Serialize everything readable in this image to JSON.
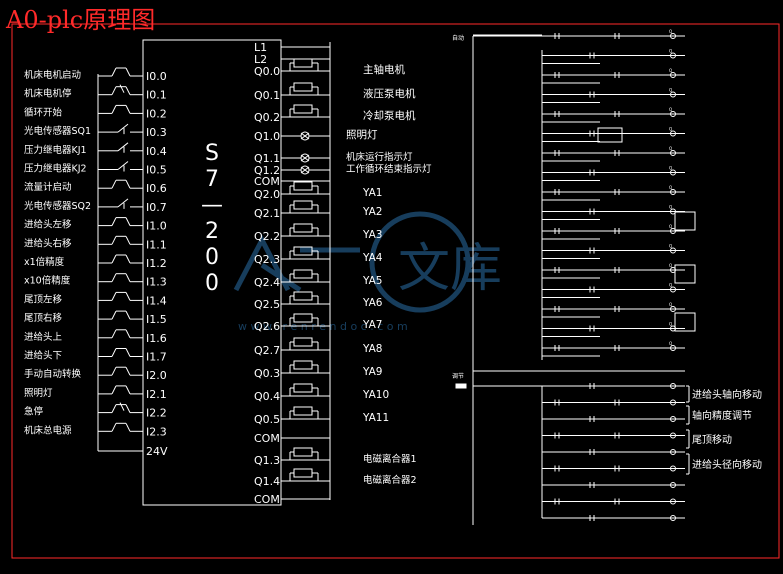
{
  "title": "A0-plc原理图",
  "plc_model": "S7-200",
  "plc_model_chars": [
    "S",
    "7",
    "—",
    "2",
    "0",
    "0"
  ],
  "colors": {
    "background": "#000000",
    "lines": "#ffffff",
    "title": "#ff2a2a",
    "watermark": "#2a6fa8"
  },
  "inputs": [
    {
      "label": "机床电机启动",
      "terminal": "I0.0",
      "contact": "no"
    },
    {
      "label": "机床电机停",
      "terminal": "I0.1",
      "contact": "nc"
    },
    {
      "label": "循环开始",
      "terminal": "I0.2",
      "contact": "no"
    },
    {
      "label": "光电传感器SQ1",
      "terminal": "I0.3",
      "contact": "sensor"
    },
    {
      "label": "压力继电器KJ1",
      "terminal": "I0.4",
      "contact": "sensor"
    },
    {
      "label": "压力继电器KJ2",
      "terminal": "I0.5",
      "contact": "sensor"
    },
    {
      "label": "流量计启动",
      "terminal": "I0.6",
      "contact": "no"
    },
    {
      "label": "光电传感器SQ2",
      "terminal": "I0.7",
      "contact": "sensor"
    },
    {
      "label": "进给头左移",
      "terminal": "I1.0",
      "contact": "no"
    },
    {
      "label": "进给头右移",
      "terminal": "I1.1",
      "contact": "no"
    },
    {
      "label": "x1倍精度",
      "terminal": "I1.2",
      "contact": "no"
    },
    {
      "label": "x10倍精度",
      "terminal": "I1.3",
      "contact": "no"
    },
    {
      "label": "尾顶左移",
      "terminal": "I1.4",
      "contact": "no"
    },
    {
      "label": "尾顶右移",
      "terminal": "I1.5",
      "contact": "no"
    },
    {
      "label": "进给头上",
      "terminal": "I1.6",
      "contact": "no"
    },
    {
      "label": "进给头下",
      "terminal": "I1.7",
      "contact": "no"
    },
    {
      "label": "手动自动转换",
      "terminal": "I2.0",
      "contact": "no"
    },
    {
      "label": "照明灯",
      "terminal": "I2.1",
      "contact": "no"
    },
    {
      "label": "急停",
      "terminal": "I2.2",
      "contact": "nc"
    },
    {
      "label": "机床总电源",
      "terminal": "I2.3",
      "contact": "no"
    }
  ],
  "supply_terminal": "24V",
  "outputs": [
    {
      "terminal": "L1",
      "label": "",
      "load": "none"
    },
    {
      "terminal": "L2",
      "label": "",
      "load": "none"
    },
    {
      "terminal": "Q0.0",
      "label": "主轴电机",
      "load": "coil"
    },
    {
      "terminal": "Q0.1",
      "label": "液压泵电机",
      "load": "coil"
    },
    {
      "terminal": "Q0.2",
      "label": "冷却泵电机",
      "load": "coil"
    },
    {
      "terminal": "Q1.0",
      "label": "照明灯",
      "load": "lamp"
    },
    {
      "terminal": "Q1.1",
      "label": "机床运行指示灯",
      "load": "lamp"
    },
    {
      "terminal": "Q1.2",
      "label": "工作循环结束指示灯",
      "load": "lamp"
    },
    {
      "terminal": "COM",
      "label": "",
      "load": "none"
    },
    {
      "terminal": "Q2.0",
      "label": "YA1",
      "load": "coil"
    },
    {
      "terminal": "Q2.1",
      "label": "YA2",
      "load": "coil"
    },
    {
      "terminal": "Q2.2",
      "label": "YA3",
      "load": "coil"
    },
    {
      "terminal": "Q2.3",
      "label": "YA4",
      "load": "coil"
    },
    {
      "terminal": "Q2.4",
      "label": "YA5",
      "load": "coil"
    },
    {
      "terminal": "Q2.5",
      "label": "YA6",
      "load": "coil"
    },
    {
      "terminal": "Q2.6",
      "label": "YA7",
      "load": "coil"
    },
    {
      "terminal": "Q2.7",
      "label": "YA8",
      "load": "coil"
    },
    {
      "terminal": "Q0.3",
      "label": "YA9",
      "load": "coil"
    },
    {
      "terminal": "Q0.4",
      "label": "YA10",
      "load": "coil"
    },
    {
      "terminal": "Q0.5",
      "label": "YA11",
      "load": "coil"
    },
    {
      "terminal": "COM",
      "label": "",
      "load": "none"
    },
    {
      "terminal": "Q1.3",
      "label": "电磁离合器1",
      "load": "coil"
    },
    {
      "terminal": "Q1.4",
      "label": "电磁离合器2",
      "load": "coil"
    },
    {
      "terminal": "COM",
      "label": "",
      "load": "none"
    }
  ],
  "ladder": {
    "top_section_label": "自动",
    "bottom_section_label": "调节",
    "top_rungs": 17,
    "bottom_rungs": 9,
    "brackets": [
      "进给头轴向移动",
      "轴向精度调节",
      "尾顶移动",
      "进给头径向移动"
    ]
  },
  "watermark": {
    "text": "文库",
    "subtext": "w w w . r e n r e n d o c . c o m"
  }
}
